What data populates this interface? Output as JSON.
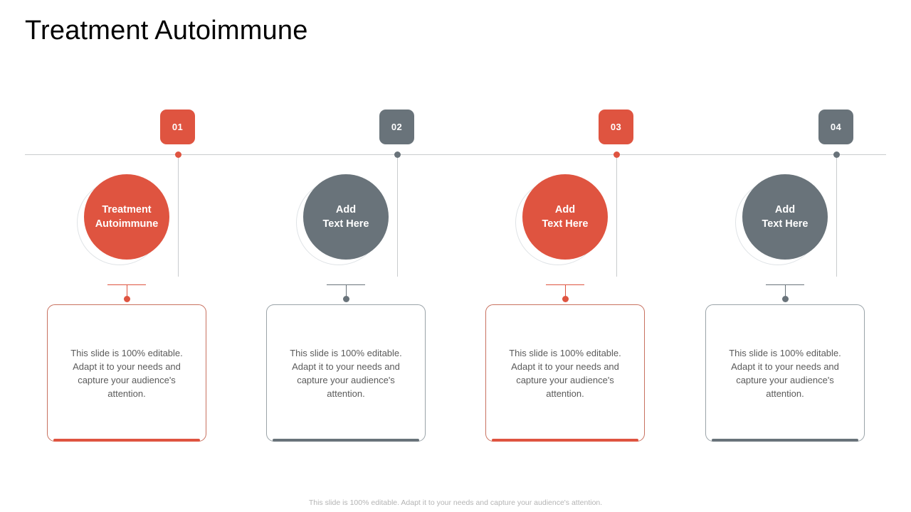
{
  "slide": {
    "title": "Treatment Autoimmune",
    "footer_note": "This slide is 100% editable. Adapt it to your needs and capture your audience's attention."
  },
  "colors": {
    "accent_red": "#DF5440",
    "accent_gray": "#69737A",
    "card_border_red": "#C8715F",
    "card_border_gray": "#9AA3A8",
    "axis_line": "#C9CCCE",
    "ring": "#DFE3E6",
    "body_text": "#5B5B5B",
    "footer_text": "#B4B4B4",
    "title_text": "#000000"
  },
  "steps": [
    {
      "number": "01",
      "color_key": "accent_red",
      "circle_label_line1": "Treatment",
      "circle_label_line2": "Autoimmune",
      "card_text": "This slide is 100% editable. Adapt it to your needs and capture your audience's attention."
    },
    {
      "number": "02",
      "color_key": "accent_gray",
      "circle_label_line1": "Add",
      "circle_label_line2": "Text Here",
      "card_text": "This slide is 100% editable. Adapt it to your needs and capture your audience's attention."
    },
    {
      "number": "03",
      "color_key": "accent_red",
      "circle_label_line1": "Add",
      "circle_label_line2": "Text Here",
      "card_text": "This slide is 100% editable. Adapt it to your needs and capture your audience's attention."
    },
    {
      "number": "04",
      "color_key": "accent_gray",
      "circle_label_line1": "Add",
      "circle_label_line2": "Text Here",
      "card_text": "This slide is 100% editable. Adapt it to your needs and capture your audience's attention."
    }
  ]
}
